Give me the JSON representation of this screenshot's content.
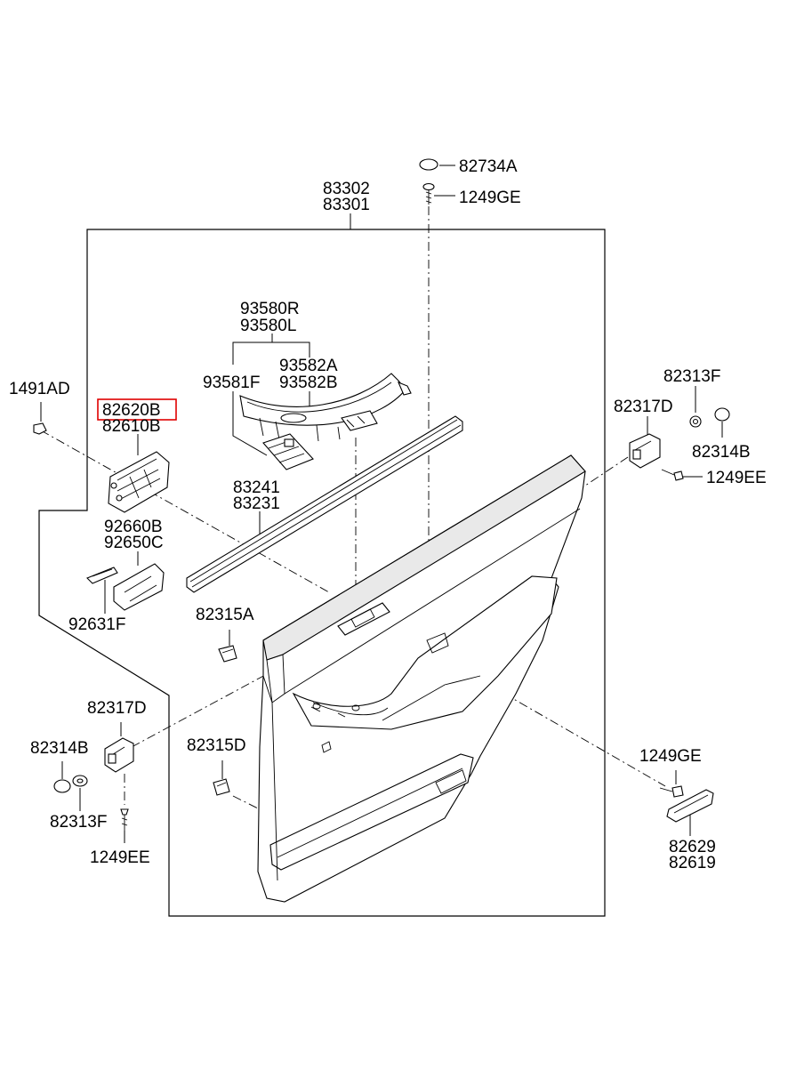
{
  "labels": {
    "p82734A": "82734A",
    "p1249GE_top": "1249GE",
    "p83302": "83302",
    "p83301": "83301",
    "p93580R": "93580R",
    "p93580L": "93580L",
    "p93581F": "93581F",
    "p93582A": "93582A",
    "p93582B": "93582B",
    "p1491AD": "1491AD",
    "p82620B": "82620B",
    "p82610B": "82610B",
    "p82313F_right": "82313F",
    "p82317D_right": "82317D",
    "p82314B_right": "82314B",
    "p1249EE_right": "1249EE",
    "p83241": "83241",
    "p83231": "83231",
    "p92660B": "92660B",
    "p92650C": "92650C",
    "p92631F": "92631F",
    "p82315A": "82315A",
    "p82317D_left": "82317D",
    "p82314B_left": "82314B",
    "p82315D": "82315D",
    "p82313F_left": "82313F",
    "p1249EE_left": "1249EE",
    "p1249GE_right": "1249GE",
    "p82629": "82629",
    "p82619": "82619"
  },
  "highlight": {
    "label": "82620B",
    "color": "#e00000"
  }
}
